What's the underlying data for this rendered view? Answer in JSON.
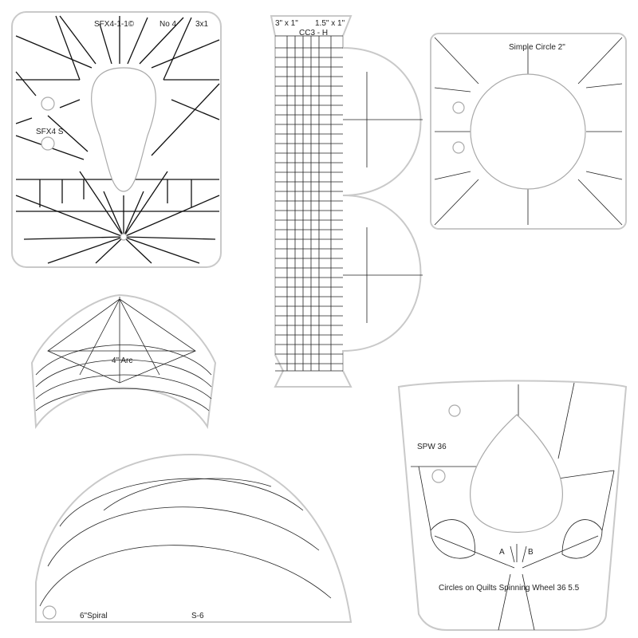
{
  "rulers": {
    "fan": {
      "code": "SFX4-1-1©",
      "no": "No 4",
      "size": "3x1",
      "side_label": "SFX4 S"
    },
    "strip": {
      "top_left": "3\" x 1\"",
      "top_right": "1.5\" x 1\"",
      "code": "CC3 - H"
    },
    "circle": {
      "title": "Simple Circle 2\""
    },
    "arc": {
      "title": "4\" Arc"
    },
    "spiral": {
      "left": "6\"Spiral",
      "right": "S-6"
    },
    "wheel": {
      "code": "SPW 36",
      "a": "A",
      "b": "B",
      "title": "Circles on Quilts Spinning Wheel 36 5.5"
    }
  }
}
